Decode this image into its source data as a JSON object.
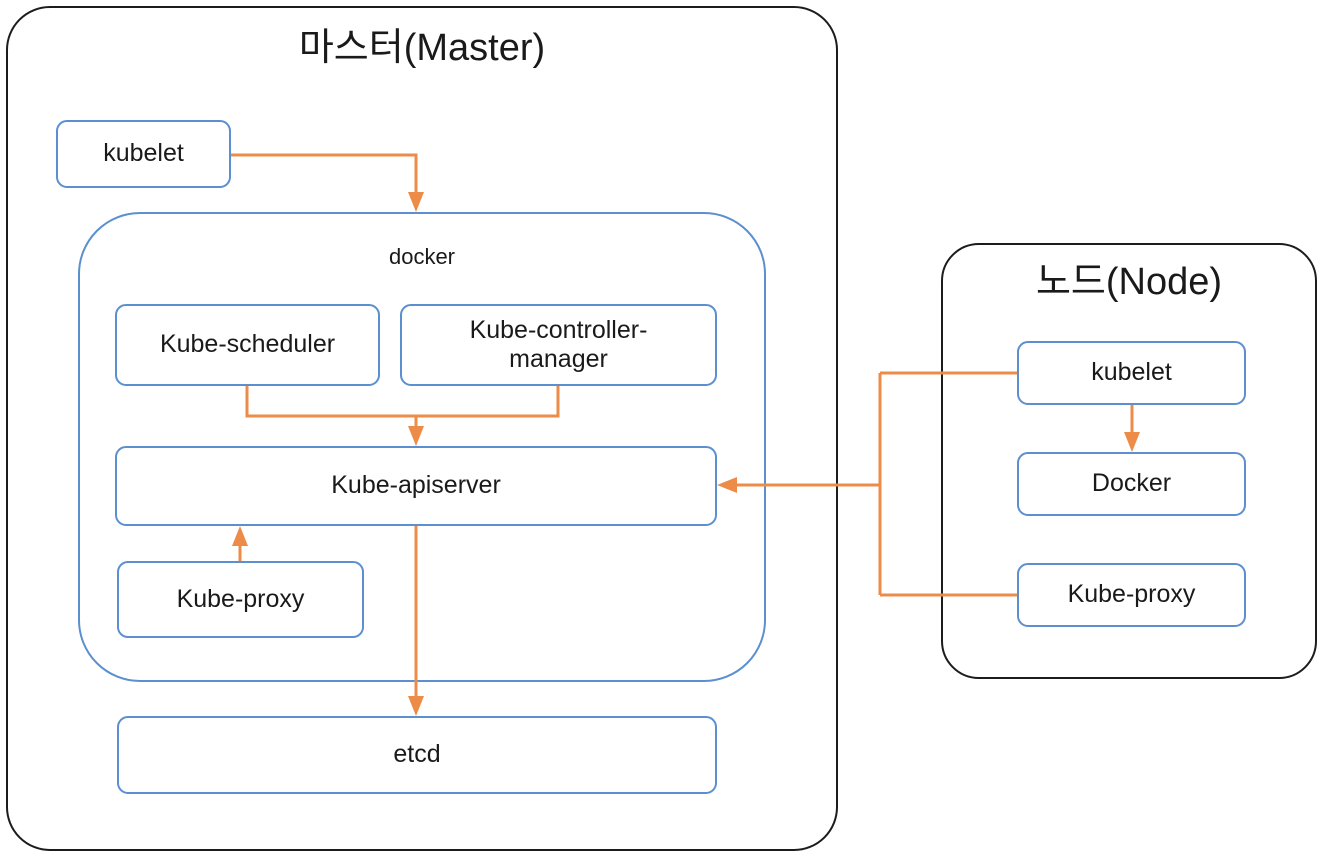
{
  "diagram": {
    "title_master": "마스터(Master)",
    "title_node": "노드(Node)",
    "accent_color": "#ED8B48",
    "box_border_color": "#5B8FD0",
    "panel_border_color": "#1C1C1C"
  },
  "master": {
    "title": "마스터(Master)",
    "kubelet": "kubelet",
    "docker_group_label": "docker",
    "kube_scheduler": "Kube-scheduler",
    "kube_controller_manager": "Kube-controller-manager",
    "kube_apiserver": "Kube-apiserver",
    "kube_proxy": "Kube-proxy",
    "etcd": "etcd"
  },
  "node": {
    "title": "노드(Node)",
    "kubelet": "kubelet",
    "docker": "Docker",
    "kube_proxy": "Kube-proxy"
  },
  "connections": [
    {
      "from": "master.kubelet",
      "to": "master.docker_group_label",
      "style": "elbow-down"
    },
    {
      "from": "master.kube_scheduler",
      "to": "master.kube_apiserver",
      "style": "merge-down"
    },
    {
      "from": "master.kube_controller_manager",
      "to": "master.kube_apiserver",
      "style": "merge-down"
    },
    {
      "from": "master.kube_proxy",
      "to": "master.kube_apiserver",
      "style": "straight-up"
    },
    {
      "from": "master.kube_apiserver",
      "to": "master.etcd",
      "style": "straight-down"
    },
    {
      "from": "node.kubelet",
      "to": "node.docker",
      "style": "straight-down"
    },
    {
      "from": "node.kubelet",
      "to": "master.kube_apiserver",
      "style": "bus-left"
    },
    {
      "from": "node.kube_proxy",
      "to": "master.kube_apiserver",
      "style": "bus-left"
    }
  ]
}
